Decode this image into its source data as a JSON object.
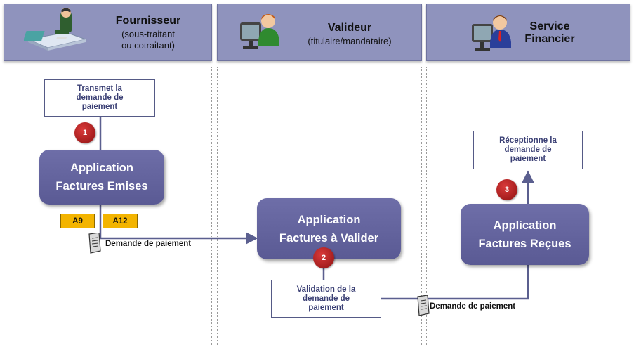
{
  "lanes": [
    {
      "title": "Fournisseur",
      "subtitle_line1": "(sous-traitant",
      "subtitle_line2": "ou cotraitant)",
      "icon": "supplier-at-desk-icon"
    },
    {
      "title": "Valideur",
      "subtitle_line1": "(titulaire/mandataire)",
      "icon": "user-at-computer-icon"
    },
    {
      "title_line1": "Service",
      "title_line2": "Financier",
      "icon": "user-at-computer-icon"
    }
  ],
  "notes": {
    "transmet": [
      "Transmet la",
      "demande de",
      "paiement"
    ],
    "validation": [
      "Validation de la",
      "demande de",
      "paiement"
    ],
    "receptionne": [
      "Réceptionne la",
      "demande de",
      "paiement"
    ]
  },
  "apps": {
    "emises": [
      "Application",
      "Factures Emises"
    ],
    "valider": [
      "Application",
      "Factures à Valider"
    ],
    "recues": [
      "Application",
      "Factures Reçues"
    ]
  },
  "badges": [
    "1",
    "2",
    "3"
  ],
  "tags": [
    "A9",
    "A12"
  ],
  "flow_labels": [
    "Demande de paiement",
    "Demande de paiement"
  ],
  "colors": {
    "header": "#8f93bd",
    "app_box": "#5f5f99",
    "badge": "#b01f1f",
    "tag": "#f3b400",
    "arrow": "#5b5f8f"
  }
}
